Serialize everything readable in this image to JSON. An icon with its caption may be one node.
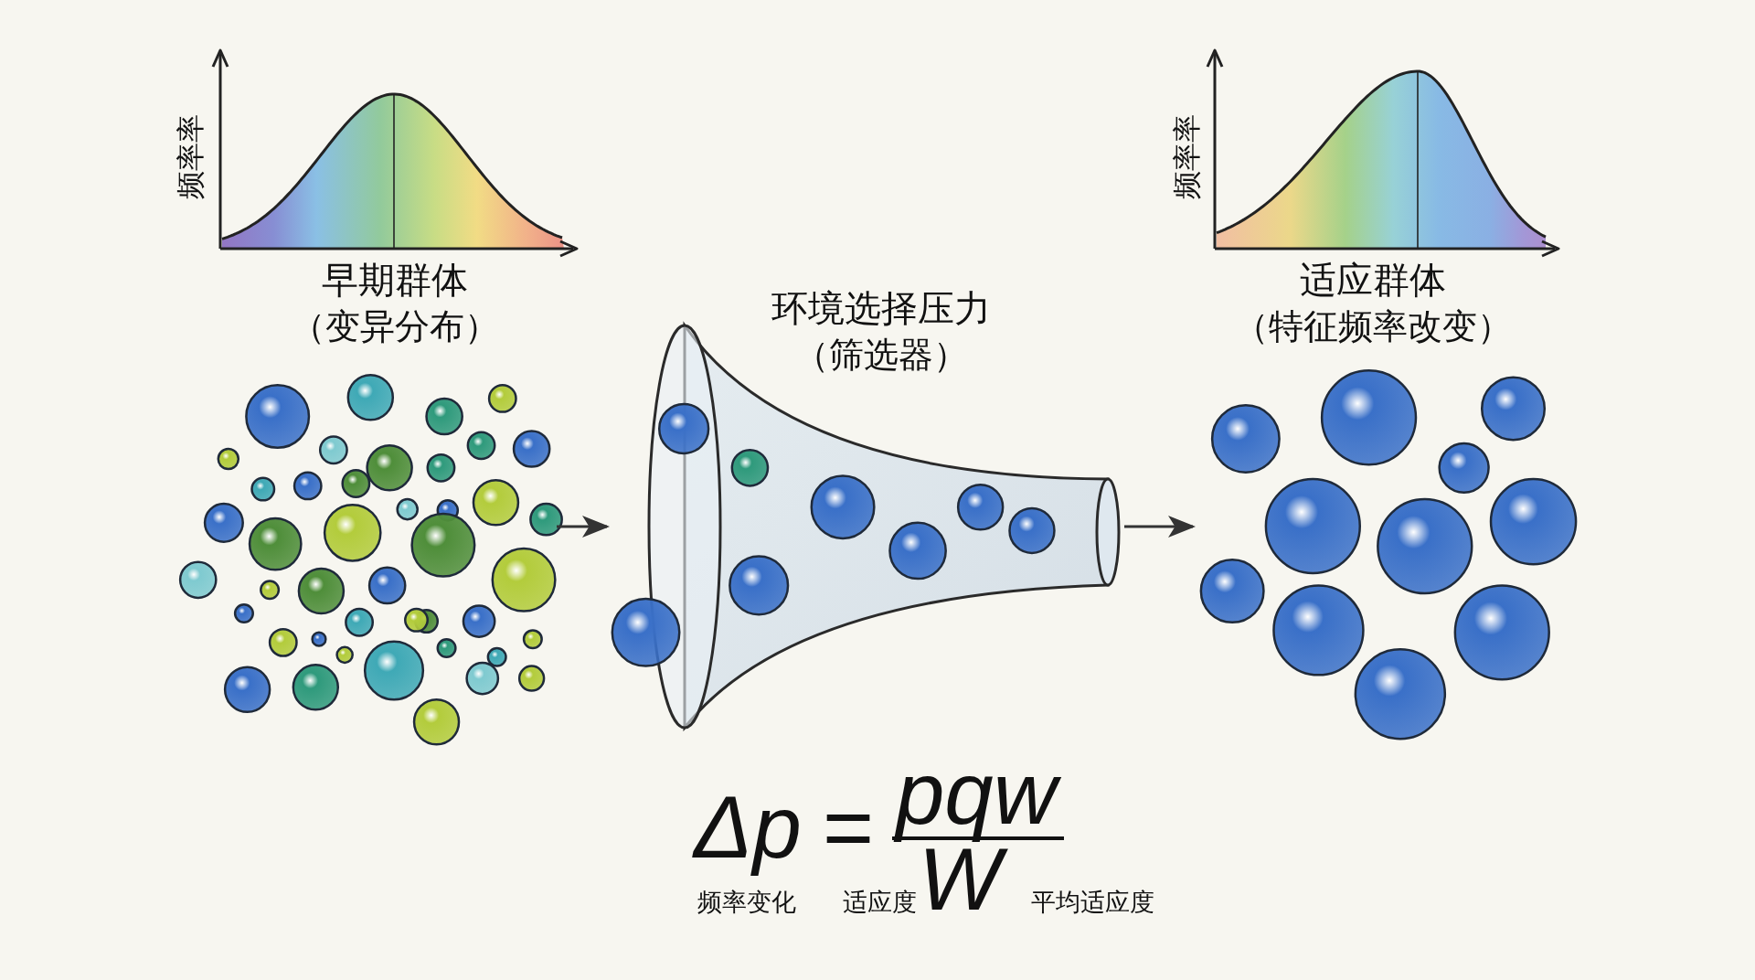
{
  "diagram": {
    "nodes": [
      {
        "text": [
          "早期群体",
          "（变异分布）"
        ]
      },
      {
        "text": [
          "环境选择压力",
          "（筛选器）"
        ]
      },
      {
        "text": [
          "适应群体",
          "（特征频率改变）"
        ]
      }
    ],
    "edges": [
      {
        "from": 0,
        "to": 1,
        "arrow": "to"
      },
      {
        "from": 1,
        "to": 2,
        "arrow": "to"
      }
    ],
    "labels": [
      "频率率",
      "频率率",
      "Δp",
      "=",
      "pqw",
      "W",
      "频率变化",
      "适应度",
      "平均适应度"
    ]
  }
}
